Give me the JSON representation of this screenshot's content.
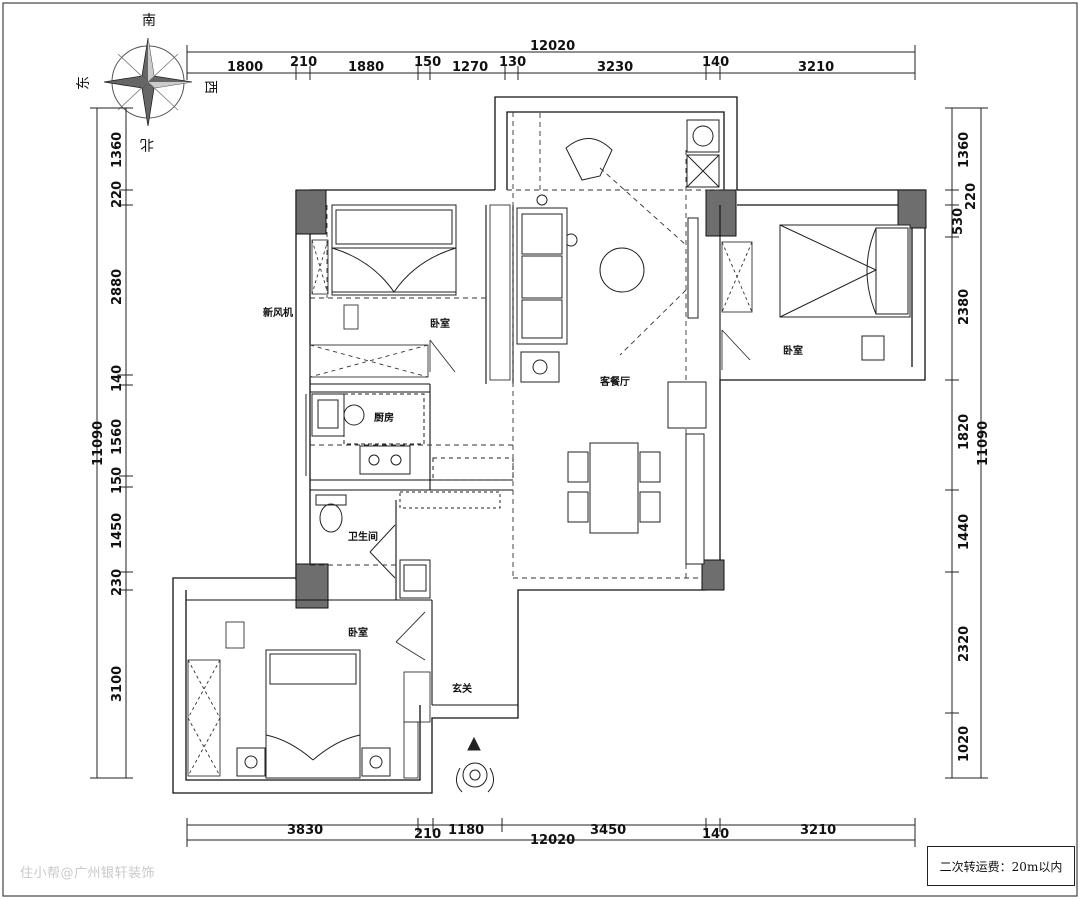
{
  "compass": {
    "south": "南",
    "west": "西",
    "east": "东",
    "north": "北"
  },
  "dimensions": {
    "top_total": "12020",
    "top": [
      "1800",
      "210",
      "1880",
      "150",
      "1270",
      "130",
      "3230",
      "140",
      "3210"
    ],
    "bottom": [
      "3830",
      "210",
      "1180",
      "3450",
      "140",
      "3210"
    ],
    "bottom_total": "12020",
    "left": [
      "1360",
      "220",
      "2880",
      "140",
      "1560",
      "150",
      "1450",
      "230",
      "3100"
    ],
    "left_total": "11090",
    "right": [
      "1360",
      "220",
      "530",
      "2380",
      "1820",
      "1440",
      "2320",
      "1020"
    ],
    "right_total": "11090"
  },
  "rooms": {
    "bedroom_nw": "卧室",
    "bedroom_e": "卧室",
    "bedroom_sw": "卧室",
    "fresh_air": "新风机",
    "kitchen": "厨房",
    "living_dining": "客餐厅",
    "bathroom": "卫生间",
    "entrance": "玄关"
  },
  "fee_note": "二次转运费：20m以内",
  "watermark": "住小帮@广州银轩装饰"
}
